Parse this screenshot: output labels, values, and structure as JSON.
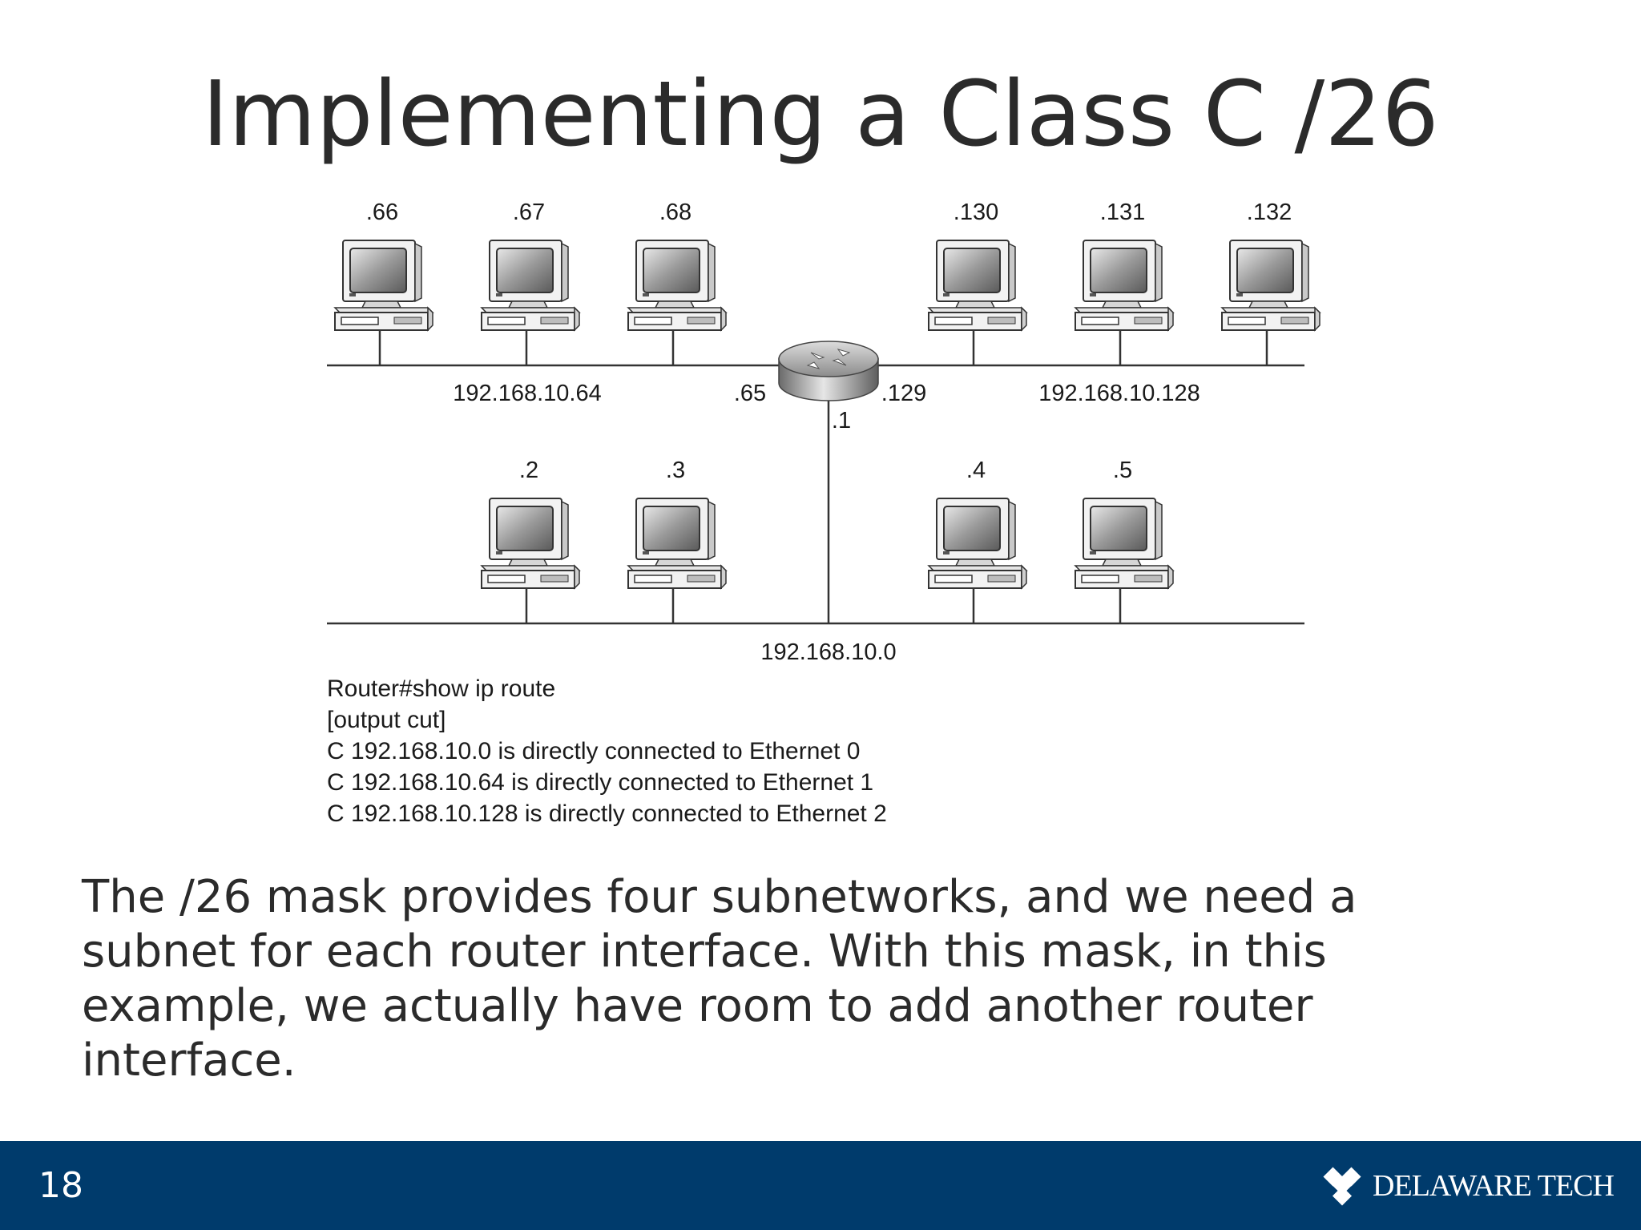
{
  "slide": {
    "title": "Implementing a Class C /26",
    "body": "The /26 mask provides four subnetworks, and we need a subnet for each router interface. With this mask, in this example, we actually have room to add another router interface.",
    "page_number": "18"
  },
  "diagram": {
    "hosts": {
      "h66": ".66",
      "h67": ".67",
      "h68": ".68",
      "h130": ".130",
      "h131": ".131",
      "h132": ".132",
      "h2": ".2",
      "h3": ".3",
      "h4": ".4",
      "h5": ".5"
    },
    "networks": {
      "left": "192.168.10.64",
      "right": "192.168.10.128",
      "bottom": "192.168.10.0"
    },
    "router_interfaces": {
      "e1": ".65",
      "e2": ".129",
      "e0": ".1"
    },
    "routing_output": [
      "Router#show ip route",
      "[output cut]",
      "C 192.168.10.0 is directly connected to Ethernet 0",
      "C 192.168.10.64 is directly connected to Ethernet 1",
      "C 192.168.10.128 is directly connected to Ethernet 2"
    ]
  },
  "footer": {
    "brand": "DELAWARE TECH",
    "background_color": "#003b6c"
  }
}
